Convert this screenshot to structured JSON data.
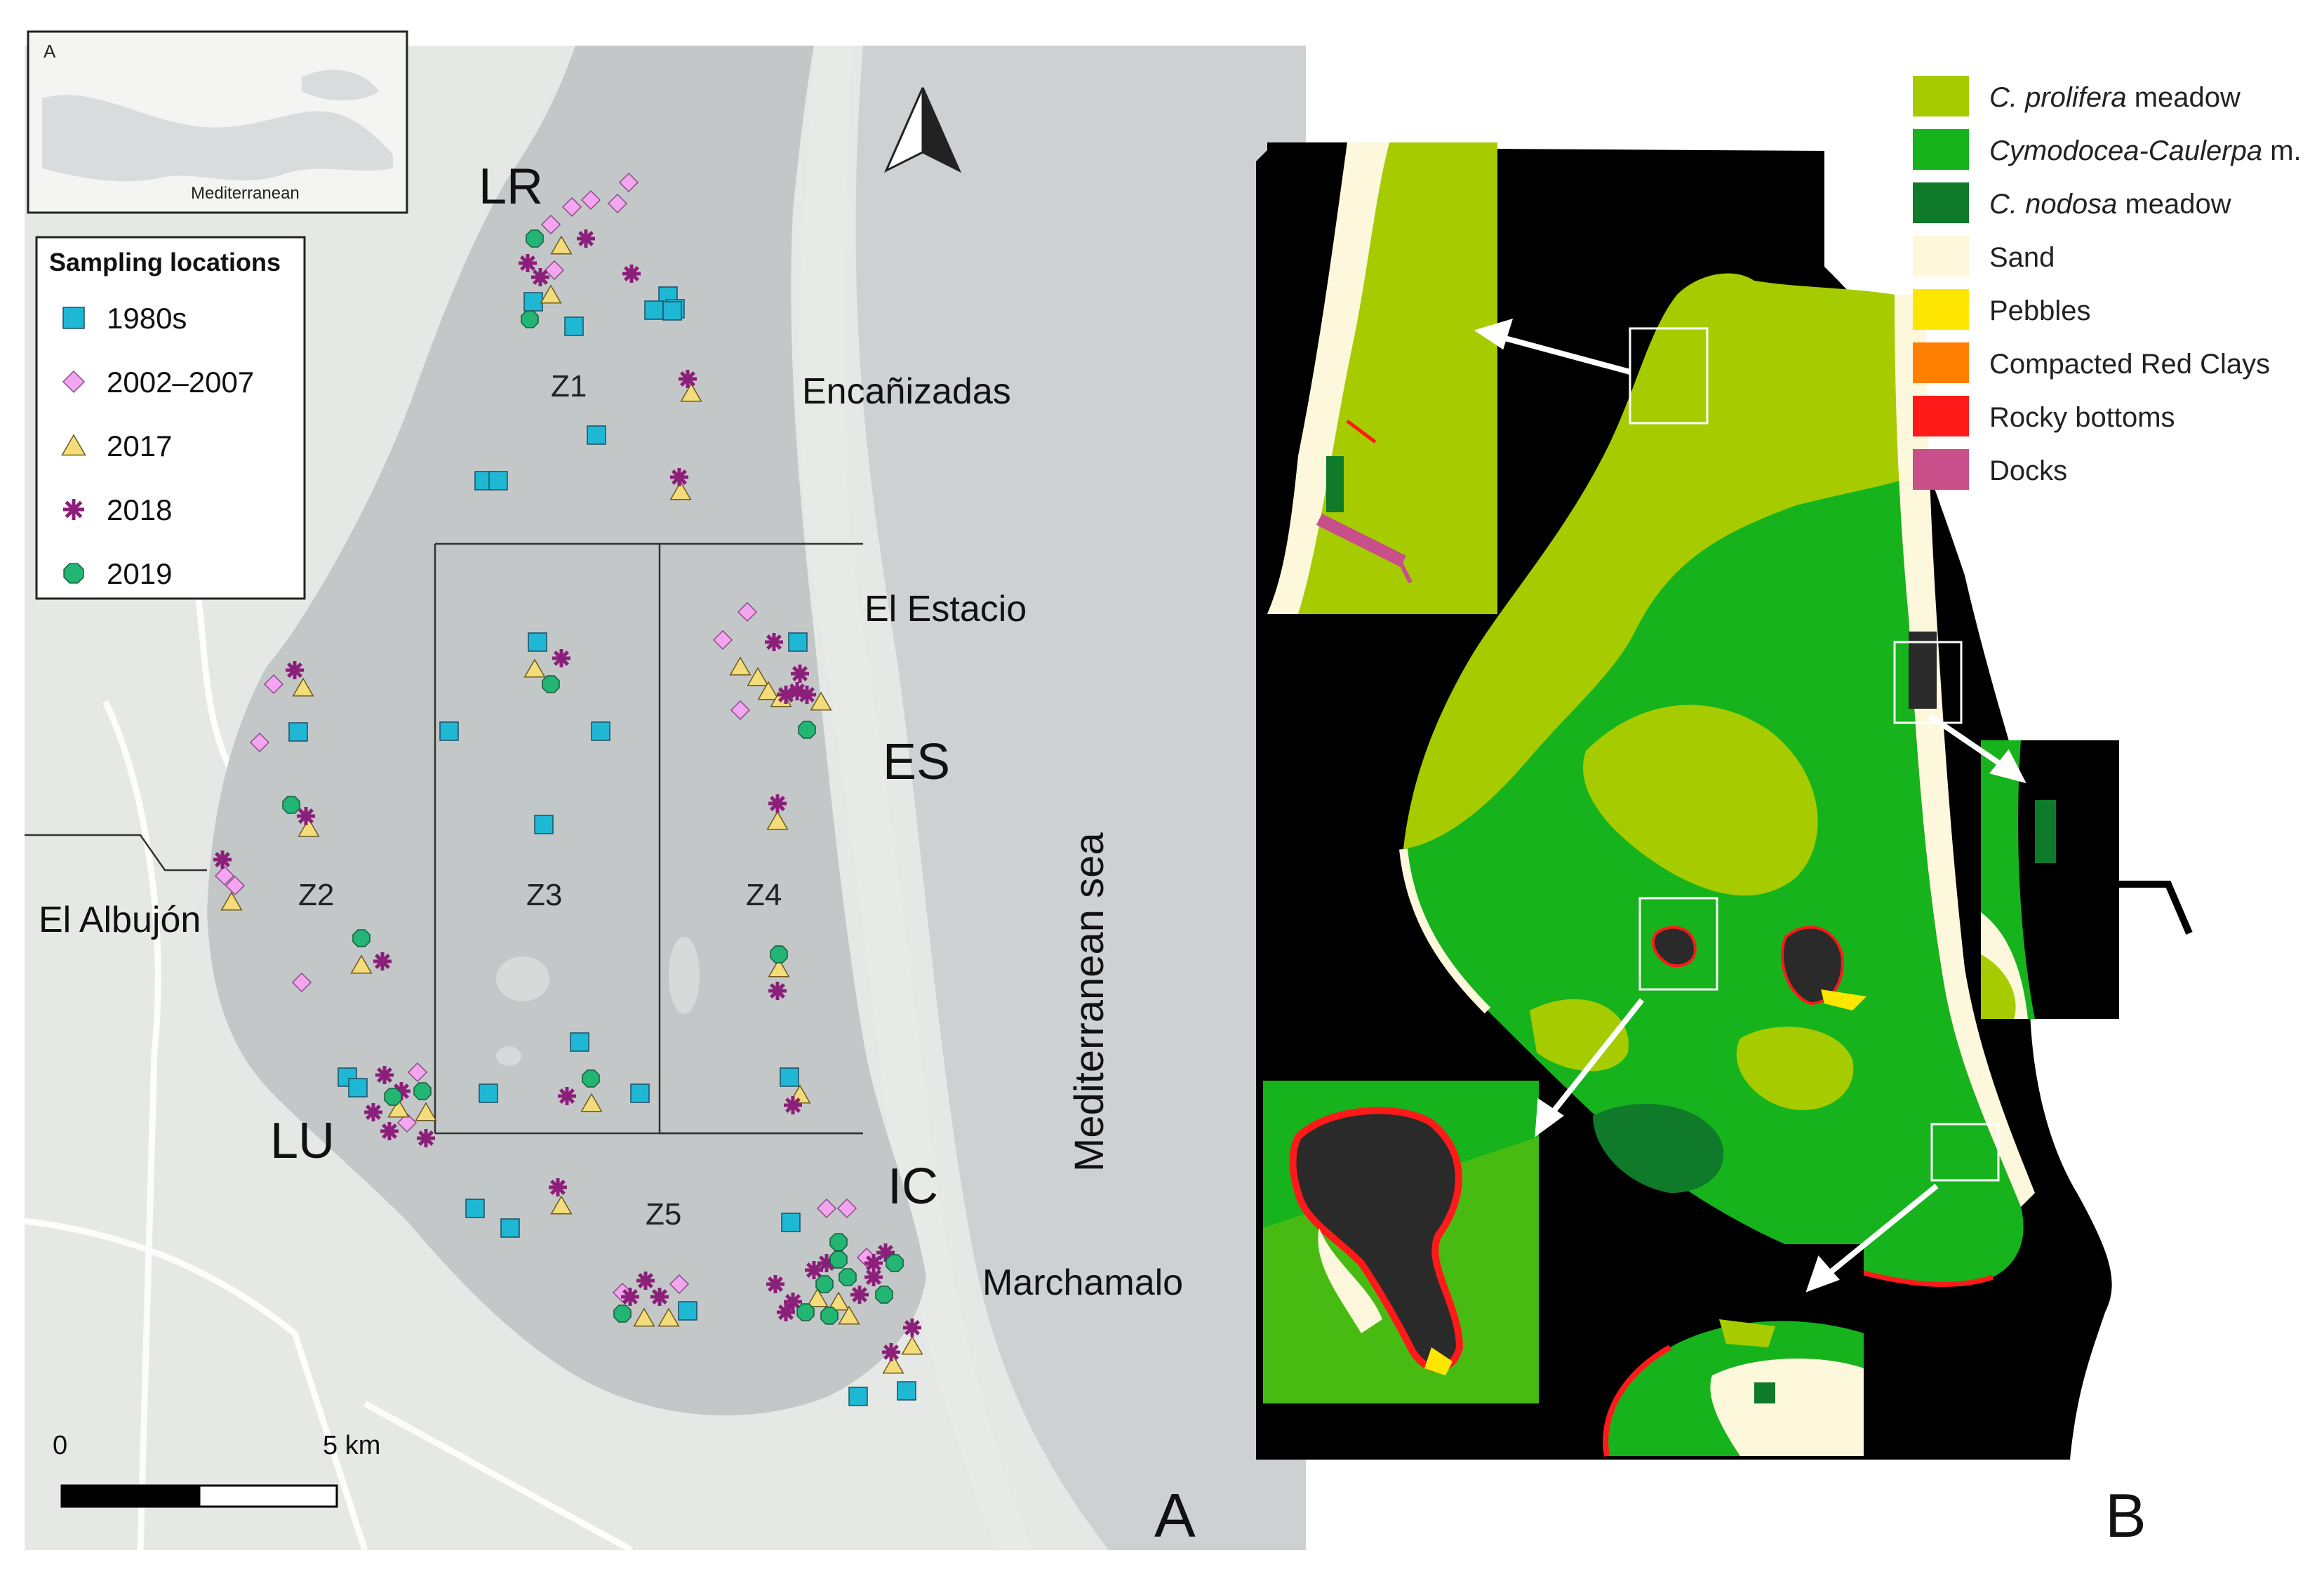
{
  "panel_a": {
    "panel_label": "A",
    "inset_label": "Mediterranean",
    "legend": {
      "title": "Sampling locations",
      "items": [
        {
          "label": "1980s",
          "symbol": "square",
          "color": "#1fb8d4"
        },
        {
          "label": "2002–2007",
          "symbol": "diamond",
          "color": "#f3a6ef"
        },
        {
          "label": "2017",
          "symbol": "triangle",
          "color": "#f4dc7a"
        },
        {
          "label": "2018",
          "symbol": "asterisk",
          "color": "#8b1f7a"
        },
        {
          "label": "2019",
          "symbol": "octagon",
          "color": "#22b573"
        }
      ]
    },
    "zones": [
      "Z1",
      "Z2",
      "Z3",
      "Z4",
      "Z5"
    ],
    "site_codes": [
      "LR",
      "ES",
      "LU",
      "IC"
    ],
    "place_names": [
      "Encañizadas",
      "El Estacio",
      "El Albujón",
      "Marchamalo",
      "Mediterranean sea"
    ],
    "scale_bar": {
      "start": "0",
      "end": "5 km"
    }
  },
  "panel_b": {
    "panel_label": "B",
    "legend": [
      {
        "label_italic": "C. prolifera",
        "label_rest": " meadow",
        "color": "#a6cc00"
      },
      {
        "label_italic": "Cymodocea-Caulerpa",
        "label_rest": " m.",
        "color": "#16b31c"
      },
      {
        "label_italic": "C. nodosa",
        "label_rest": " meadow",
        "color": "#0f7a2a"
      },
      {
        "label_italic": "",
        "label_rest": "Sand",
        "color": "#fdf7dc"
      },
      {
        "label_italic": "",
        "label_rest": "Pebbles",
        "color": "#ffe600"
      },
      {
        "label_italic": "",
        "label_rest": "Compacted Red Clays",
        "color": "#ff8000"
      },
      {
        "label_italic": "",
        "label_rest": "Rocky bottoms",
        "color": "#ff1a1a"
      },
      {
        "label_italic": "",
        "label_rest": "Docks",
        "color": "#c94f8b"
      }
    ]
  }
}
